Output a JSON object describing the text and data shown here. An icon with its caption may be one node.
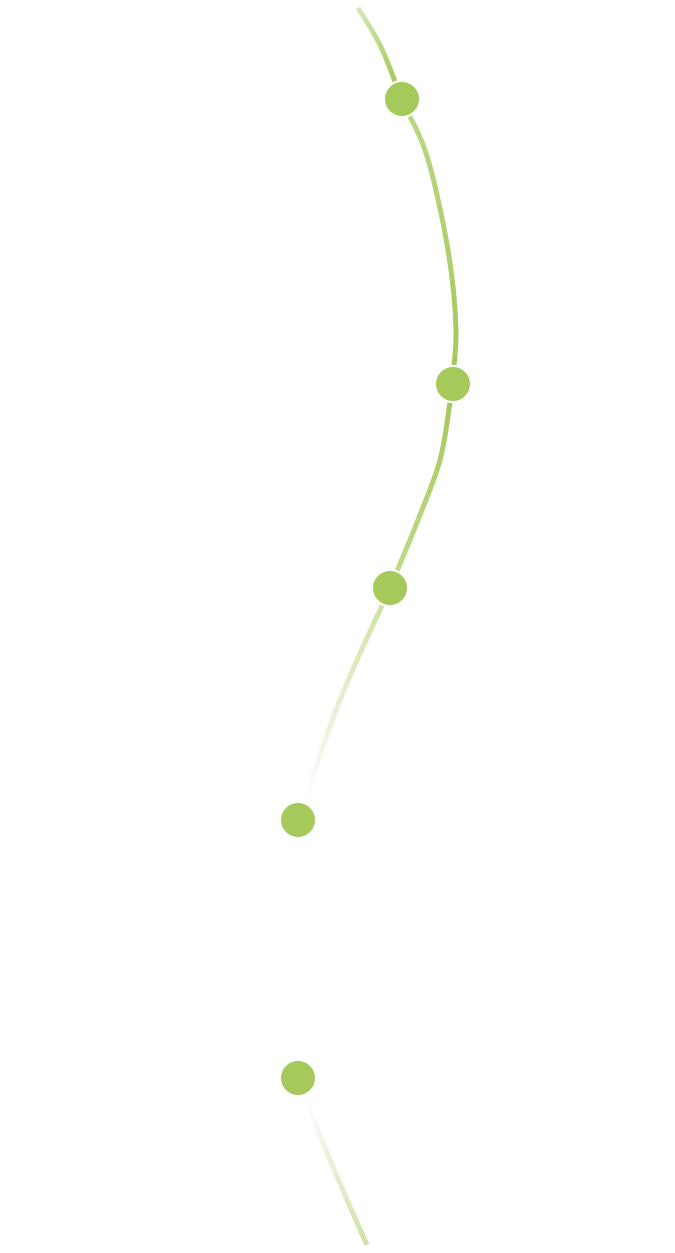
{
  "diagram": {
    "nodes": [
      {
        "text": [],
        "shape": "circle"
      },
      {
        "text": [],
        "shape": "circle"
      },
      {
        "text": [],
        "shape": "circle"
      },
      {
        "text": [],
        "shape": "circle"
      },
      {
        "text": [],
        "shape": "circle"
      }
    ],
    "edges": [
      {
        "from": null,
        "to": 0,
        "arrow": "none"
      },
      {
        "from": 0,
        "to": 1,
        "arrow": "none"
      },
      {
        "from": 1,
        "to": 2,
        "arrow": "none"
      },
      {
        "from": 2,
        "to": 3,
        "arrow": "none"
      },
      {
        "from": 4,
        "to": null,
        "arrow": "none"
      }
    ]
  }
}
